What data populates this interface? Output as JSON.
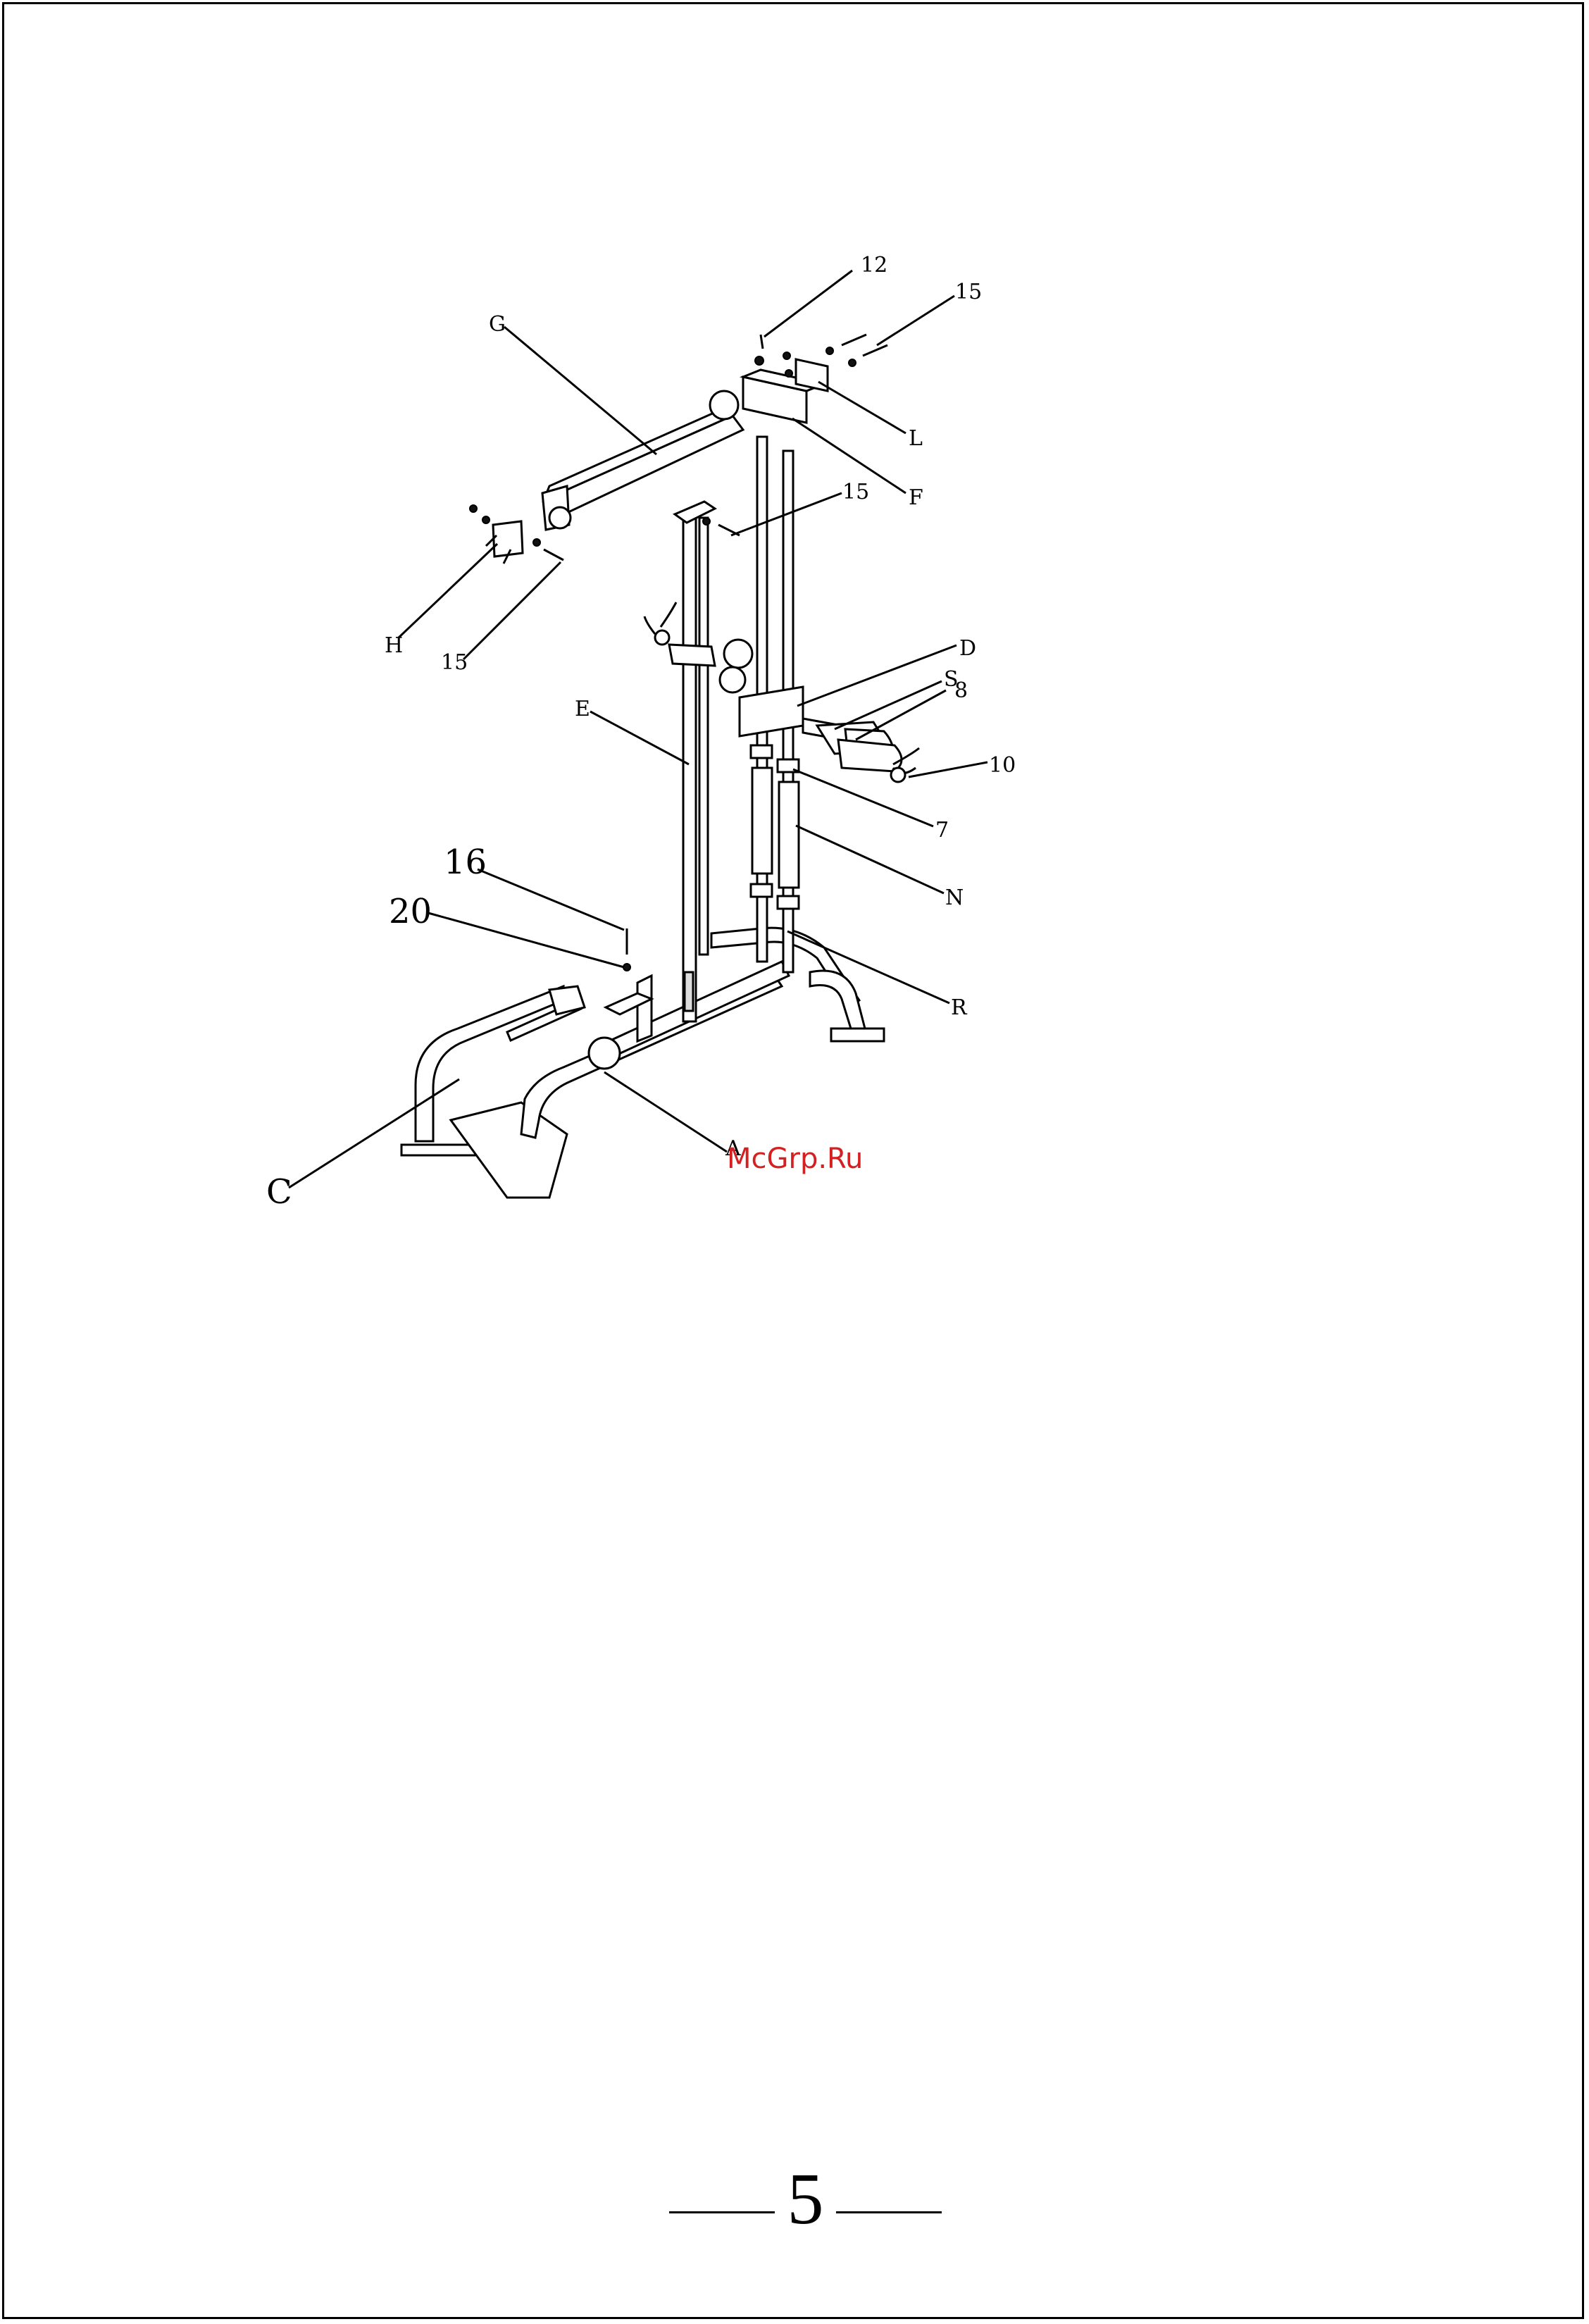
{
  "labels": {
    "p12": "12",
    "p15_top": "15",
    "G": "G",
    "L": "L",
    "F": "F",
    "p15_mid": "15",
    "H": "H",
    "p15_left": "15",
    "D": "D",
    "S": "S",
    "p8": "8",
    "E": "E",
    "p10": "10",
    "p7": "7",
    "N": "N",
    "p16": "16",
    "p20": "20",
    "R": "R",
    "A": "A",
    "C": "C"
  },
  "watermark": "McGrp.Ru",
  "page_number": "5",
  "colors": {
    "watermark": "#d42020",
    "ink": "#000000"
  }
}
